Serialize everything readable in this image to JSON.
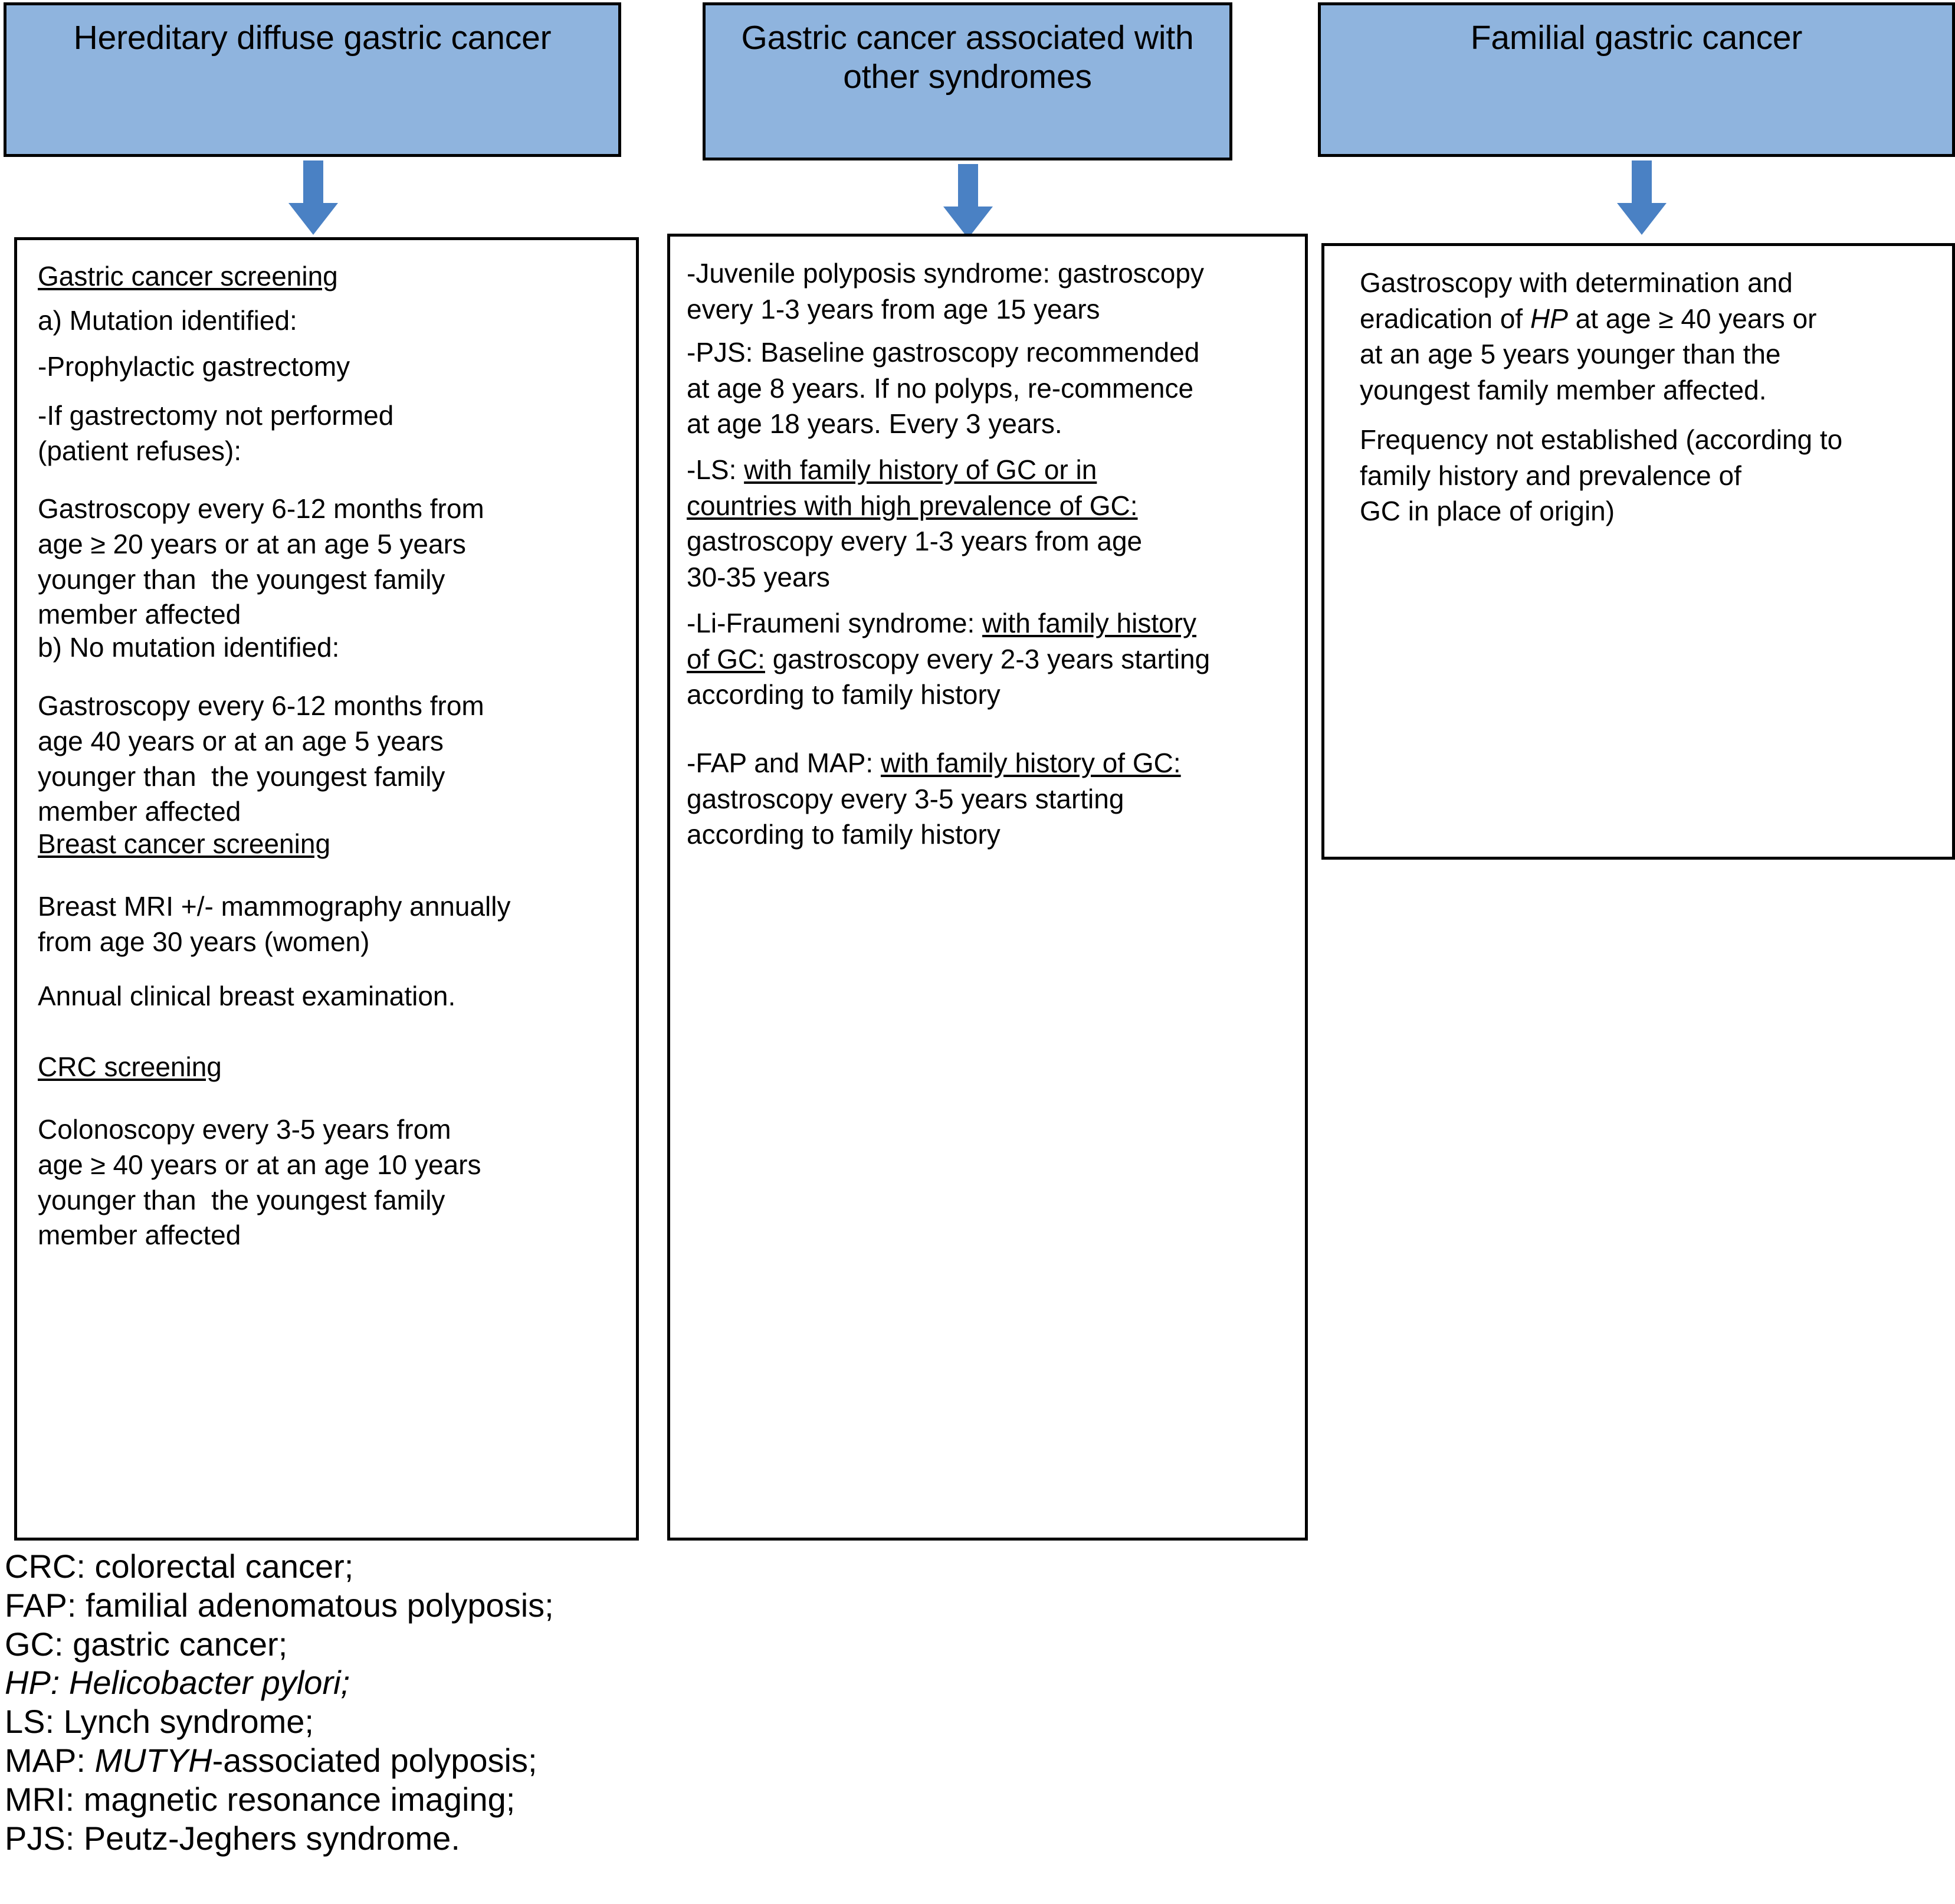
{
  "colors": {
    "header_fill": "#8fb4de",
    "arrow_fill": "#4a81c4",
    "border": "#000000",
    "text": "#000000",
    "background": "#ffffff"
  },
  "headers": [
    {
      "id": "hereditary-diffuse-gastric-cancer",
      "label": "Hereditary diffuse gastric cancer"
    },
    {
      "id": "gastric-cancer-associated-with-other-syndromes",
      "label": "Gastric cancer associated\nwith other syndromes"
    },
    {
      "id": "familial-gastric-cancer",
      "label": "Familial gastric cancer"
    }
  ],
  "arrows": [
    {
      "id": "arrow-down-1",
      "icon": "arrow-down-icon"
    },
    {
      "id": "arrow-down-2",
      "icon": "arrow-down-icon"
    },
    {
      "id": "arrow-down-3",
      "icon": "arrow-down-icon"
    }
  ],
  "column1": {
    "heading_gastric": "Gastric cancer screening",
    "p_mutation_identified": "a) Mutation identified:",
    "p_prophylactic": "-Prophylactic gastrectomy",
    "p_if_not_performed": "-If gastrectomy not performed\n(patient refuses):",
    "p_gastroscopy_mutation": "Gastroscopy every 6-12 months from\nage ≥ 20 years or at an age 5 years\nyounger than  the youngest family\nmember affected",
    "p_no_mutation": "b) No mutation identified:",
    "p_gastroscopy_no_mutation": "Gastroscopy every 6-12 months from\nage 40 years or at an age 5 years\nyounger than  the youngest family\nmember affected",
    "heading_breast": "Breast cancer screening",
    "p_breast_mri": "Breast MRI +/- mammography annually\nfrom age 30 years (women)",
    "p_annual_exam": "Annual clinical breast examination.",
    "heading_crc": "CRC screening",
    "p_colonoscopy": "Colonoscopy every 3-5 years from\nage ≥ 40 years or at an age 10 years\nyounger than  the youngest family\nmember affected"
  },
  "column2": {
    "p_jps": "-Juvenile polyposis syndrome: gastroscopy\nevery 1-3 years from age 15 years",
    "p_pjs": "-PJS: Baseline gastroscopy recommended\nat age 8 years. If no polyps, re-commence\nat age 18 years. Every 3 years.",
    "p_ls_prefix": "-LS: ",
    "p_ls_underlined": "with family history of GC or in\ncountries with high prevalence of GC:",
    "p_ls_suffix": "\ngastroscopy every 1-3 years from age\n30-35 years",
    "p_lf_prefix": "-Li-Fraumeni syndrome: ",
    "p_lf_underlined": "with family history\nof GC:",
    "p_lf_suffix": " gastroscopy every 2-3 years starting\naccording to family history",
    "p_fap_prefix": "-FAP and MAP: ",
    "p_fap_underlined": "with family history of GC:",
    "p_fap_suffix": "\ngastroscopy every 3-5 years starting\naccording to family history"
  },
  "column3": {
    "p_gastroscopy_pre": "Gastroscopy with determination and\neradication of ",
    "p_gastroscopy_hp": "HP",
    "p_gastroscopy_post": " at age ≥ 40 years or\nat an age 5 years younger than the\nyoungest family member affected.",
    "p_frequency": "Frequency not established (according to\nfamily history and prevalence of\nGC in place of origin)"
  },
  "legend": [
    {
      "plain": "CRC: colorectal cancer;",
      "italic": ""
    },
    {
      "plain": "FAP: familial adenomatous polyposis;",
      "italic": ""
    },
    {
      "plain": "GC: gastric cancer;",
      "italic": ""
    },
    {
      "plain": "",
      "italic": "HP: Helicobacter pylori;"
    },
    {
      "plain": "LS: Lynch syndrome;",
      "italic": ""
    },
    {
      "plain": "MAP: ",
      "italic": "MUTYH",
      "tail": "-associated polyposis;"
    },
    {
      "plain": "MRI: magnetic resonance imaging;",
      "italic": ""
    },
    {
      "plain": "PJS: Peutz-Jeghers syndrome.",
      "italic": ""
    }
  ]
}
